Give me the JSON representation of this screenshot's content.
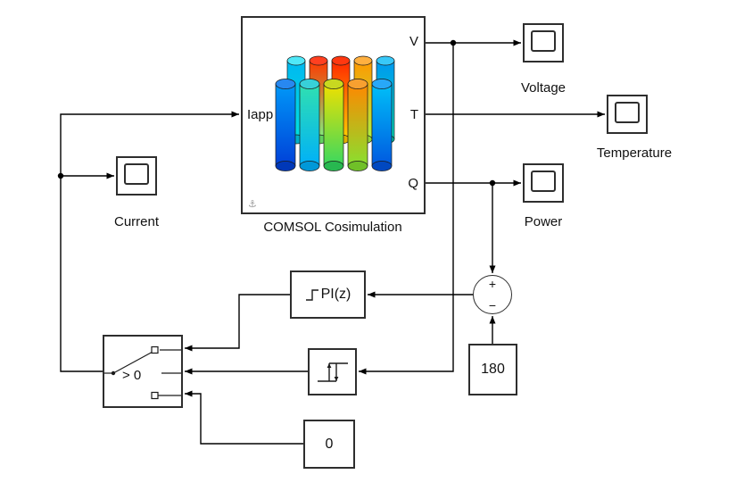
{
  "diagram": {
    "background_color": "#ffffff",
    "wire_color": "#000000",
    "block_border_color": "#2e2e2e"
  },
  "comsol": {
    "label": "COMSOL Cosimulation",
    "input_port": "Iapp",
    "output_ports": [
      "V",
      "T",
      "Q"
    ],
    "image": "battery-pack-thermal-plot",
    "corner_icon": "⚓"
  },
  "scopes": {
    "voltage": "Voltage",
    "temperature": "Temperature",
    "power": "Power",
    "current": "Current"
  },
  "pid": {
    "label": "PI(z)"
  },
  "sum": {
    "plus": "+",
    "minus": "−"
  },
  "constants": {
    "ref": "180",
    "zero": "0"
  },
  "switch_block": {
    "criteria": "> 0"
  }
}
